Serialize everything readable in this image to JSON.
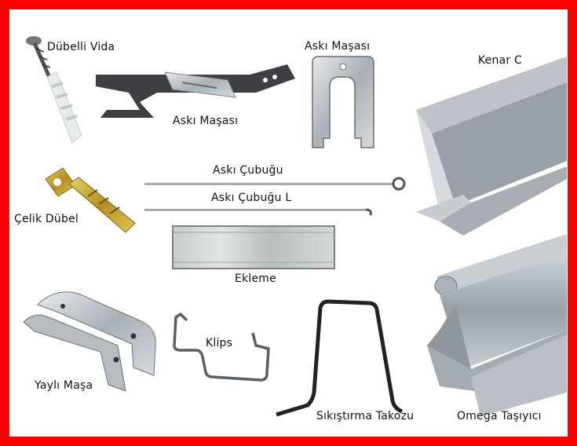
{
  "frame": {
    "border_color": "#ff0000",
    "background": "#ffffff"
  },
  "products": [
    {
      "id": "dubelli-vida",
      "label": "Dübelli Vida",
      "icon": "screw-with-anchor-icon"
    },
    {
      "id": "aski-masasi-flat",
      "label": "Askı Maşası",
      "icon": "hanger-clip-flat-icon"
    },
    {
      "id": "aski-masasi-u",
      "label": "Askı Maşası",
      "icon": "hanger-clip-u-icon"
    },
    {
      "id": "kenar-c",
      "label": "Kenar C",
      "icon": "c-profile-rail-icon"
    },
    {
      "id": "celik-dubel",
      "label": "Çelik Dübel",
      "icon": "steel-anchor-bolt-icon"
    },
    {
      "id": "aski-cubugu",
      "label": "Askı Çubuğu",
      "icon": "hanger-rod-eye-icon"
    },
    {
      "id": "aski-cubugu-l",
      "label": "Askı Çubuğu L",
      "icon": "hanger-rod-hook-icon"
    },
    {
      "id": "ekleme",
      "label": "Ekleme",
      "icon": "joint-plate-icon"
    },
    {
      "id": "yayli-masa",
      "label": "Yaylı Maşa",
      "icon": "spring-clip-icon"
    },
    {
      "id": "klips",
      "label": "Klips",
      "icon": "wire-clip-icon"
    },
    {
      "id": "sikistirma-takozu",
      "label": "Sıkıştırma Takozu",
      "icon": "clamping-wedge-icon"
    },
    {
      "id": "omega-tasiyici",
      "label": "Omega Taşıyıcı",
      "icon": "omega-carrier-rail-icon"
    }
  ]
}
